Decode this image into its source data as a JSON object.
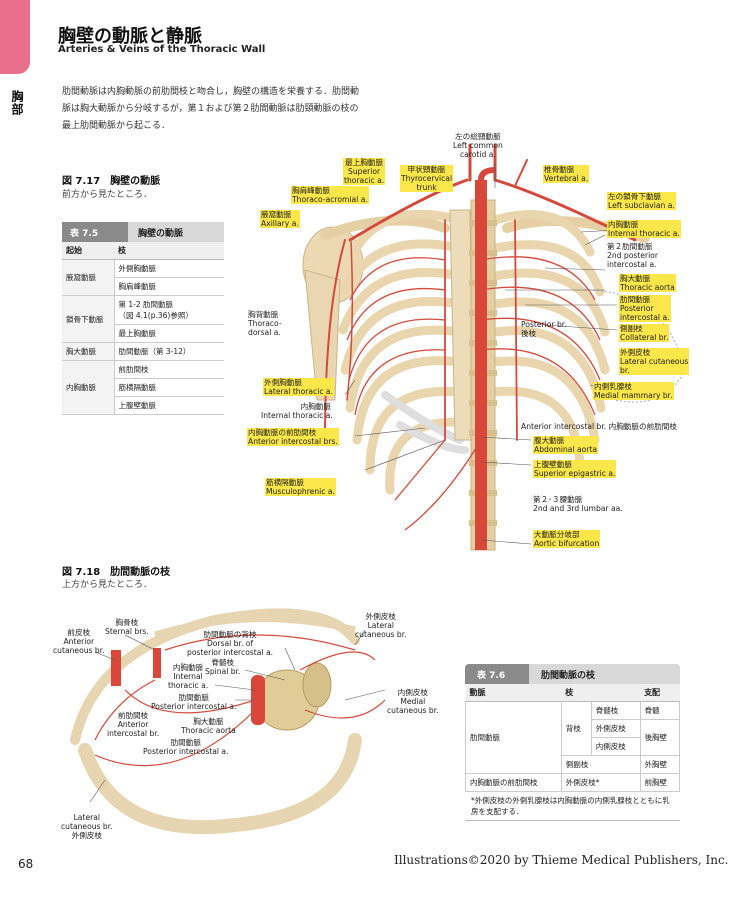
{
  "header": {
    "title_jp": "胸壁の動脈と静脈",
    "title_en": "Arteries & Veins of the Thoracic Wall",
    "side_label": "胸部"
  },
  "intro": {
    "line1": "肋間動脈は内胸動脈の前肋間枝と吻合し，胸壁の構造を栄養する．肋間動",
    "line2": "脈は胸大動脈から分岐するが，第１および第２肋間動脈は肋頸動脈の枝の",
    "line3": "最上肋間動脈から起こる．"
  },
  "fig717": {
    "title": "図 7.17　胸壁の動脈",
    "subtitle": "前方から見たところ．",
    "labels": {
      "left_common_carotid_jp": "左の総頸動脈",
      "left_common_carotid_en1": "Left common",
      "left_common_carotid_en2": "carotid a.",
      "sup_thoracic_jp": "最上胸動脈",
      "sup_thoracic_en1": "Superior",
      "sup_thoracic_en2": "thoracic a.",
      "thyrocervical_jp": "甲状頸動脈",
      "thyrocervical_en1": "Thyrocervical",
      "thyrocervical_en2": "trunk",
      "vertebral_jp": "椎骨動脈",
      "vertebral_en": "Vertebral a.",
      "thoracoacromial_jp": "胸肩峰動脈",
      "thoracoacromial_en": "Thoraco-acromial a.",
      "left_subclavian_jp": "左の鎖骨下動脈",
      "left_subclavian_en": "Left subclavian a.",
      "axillary_jp": "腋窩動脈",
      "axillary_en": "Axillary a.",
      "internal_thoracic_r_jp": "内胸動脈",
      "internal_thoracic_r_en": "Internal thoracic a.",
      "second_post_ic_jp": "第２肋間動脈",
      "second_post_ic_en1": "2nd posterior",
      "second_post_ic_en2": "intercostal a.",
      "thoracic_aorta_jp": "胸大動脈",
      "thoracic_aorta_en": "Thoracic aorta",
      "post_ic_jp": "肋間動脈",
      "post_ic_en1": "Posterior",
      "post_ic_en2": "intercostal a.",
      "collateral_jp": "側副枝",
      "collateral_en": "Collateral br.",
      "thoracodorsal_jp": "胸背動脈",
      "thoracodorsal_en1": "Thoraco-",
      "thoracodorsal_en2": "dorsal a.",
      "posterior_br_en": "Posterior br.",
      "posterior_br_jp": "後枝",
      "lat_cutaneous_jp": "外側皮枝",
      "lat_cutaneous_en1": "Lateral cutaneous",
      "lat_cutaneous_en2": "br.",
      "med_mammary_jp": "内側乳腺枝",
      "med_mammary_en": "Medial mammary br.",
      "lat_thoracic_jp": "外側胸動脈",
      "lat_thoracic_en": "Lateral thoracic a.",
      "internal_thoracic_l_jp": "内胸動脈",
      "internal_thoracic_l_en": "Internal thoracic a.",
      "ant_ic_jp": "内胸動脈の前肋間枝",
      "ant_ic_en": "Anterior intercostal brs.",
      "ant_ic_r": "Anterior intercostal br. 内胸動脈の前肋間枝",
      "abd_aorta_jp": "腹大動脈",
      "abd_aorta_en": "Abdominal aorta",
      "sup_epigastric_jp": "上腹壁動脈",
      "sup_epigastric_en": "Superior epigastric a.",
      "musculophrenic_jp": "筋横隔動脈",
      "musculophrenic_en": "Musculophrenic a.",
      "lumbar_jp": "第２･３腰動脈",
      "lumbar_en": "2nd and 3rd lumbar aa.",
      "aortic_bif_jp": "大動脈分岐部",
      "aortic_bif_en": "Aortic bifurcation"
    }
  },
  "table75": {
    "number": "表 7.5",
    "name": "胸壁の動脈",
    "headers": [
      "起始",
      "枝"
    ],
    "rows": [
      {
        "origin": "腋窩動脈",
        "branches": [
          "外側胸動脈",
          "胸肩峰動脈"
        ]
      },
      {
        "origin": "鎖骨下動脈",
        "branches": [
          "第 1-2 肋間動脈",
          "（図 4.1(p.36)参照）",
          "最上胸動脈"
        ]
      },
      {
        "origin": "胸大動脈",
        "branches": [
          "肋間動脈（第 3-12）"
        ]
      },
      {
        "origin": "内胸動脈",
        "branches": [
          "前肋間枝",
          "筋横隔動脈",
          "上腹壁動脈"
        ]
      }
    ]
  },
  "fig718": {
    "title": "図 7.18　肋間動脈の枝",
    "subtitle": "上方から見たところ．",
    "labels": {
      "ant_cut_jp": "前皮枝",
      "ant_cut_en1": "Anterior",
      "ant_cut_en2": "cutaneous br.",
      "sternal_jp": "胸骨枝",
      "sternal_en": "Sternal brs.",
      "dorsal_jp": "肋間動脈の背枝",
      "dorsal_en1": "Dorsal br. of",
      "dorsal_en2": "posterior intercostal a.",
      "lat_cut_r_jp": "外側皮枝",
      "lat_cut_r_en1": "Lateral",
      "lat_cut_r_en2": "cutaneous br.",
      "int_thor_jp": "内胸動脈",
      "int_thor_en1": "Internal",
      "int_thor_en2": "thoracic a.",
      "spinal_jp": "脊髄枝",
      "spinal_en": "Spinal br.",
      "post_ic_jp": "肋間動脈",
      "post_ic_en": "Posterior intercostal a.",
      "ant_ic_jp": "前肋間枝",
      "ant_ic_en1": "Anterior",
      "ant_ic_en2": "intercostal br.",
      "aorta_jp": "胸大動脈",
      "aorta_en": "Thoracic aorta",
      "post_ic2_jp": "肋間動脈",
      "post_ic2_en": "Posterior intercostal a.",
      "med_cut_jp": "内側皮枝",
      "med_cut_en1": "Medial",
      "med_cut_en2": "cutaneous br.",
      "lat_cut_b_en1": "Lateral",
      "lat_cut_b_en2": "cutaneous br.",
      "lat_cut_b_jp": "外側皮枝"
    }
  },
  "table76": {
    "number": "表 7.6",
    "name": "肋間動脈の枝",
    "headers": [
      "動脈",
      "枝",
      "支配"
    ],
    "artery1": "肋間動脈",
    "dorsal": "背枝",
    "spinal": "脊髄枝",
    "lateral": "外側皮枝",
    "medial": "内側皮枝",
    "collateral": "側副枝",
    "artery2": "内胸動脈の前肋間枝",
    "lateral_star": "外側皮枝*",
    "supply_spinal": "脊髄",
    "supply_post": "後胸壁",
    "supply_lat": "外胸壁",
    "supply_ant": "前胸壁",
    "note": "*外側皮枝の外側乳腺枝は内胸動脈の内側乳腺枝とともに乳房を支配する．"
  },
  "footer": {
    "page": "68",
    "credit": "Illustrations©2020 by Thieme Medical Publishers, Inc."
  }
}
